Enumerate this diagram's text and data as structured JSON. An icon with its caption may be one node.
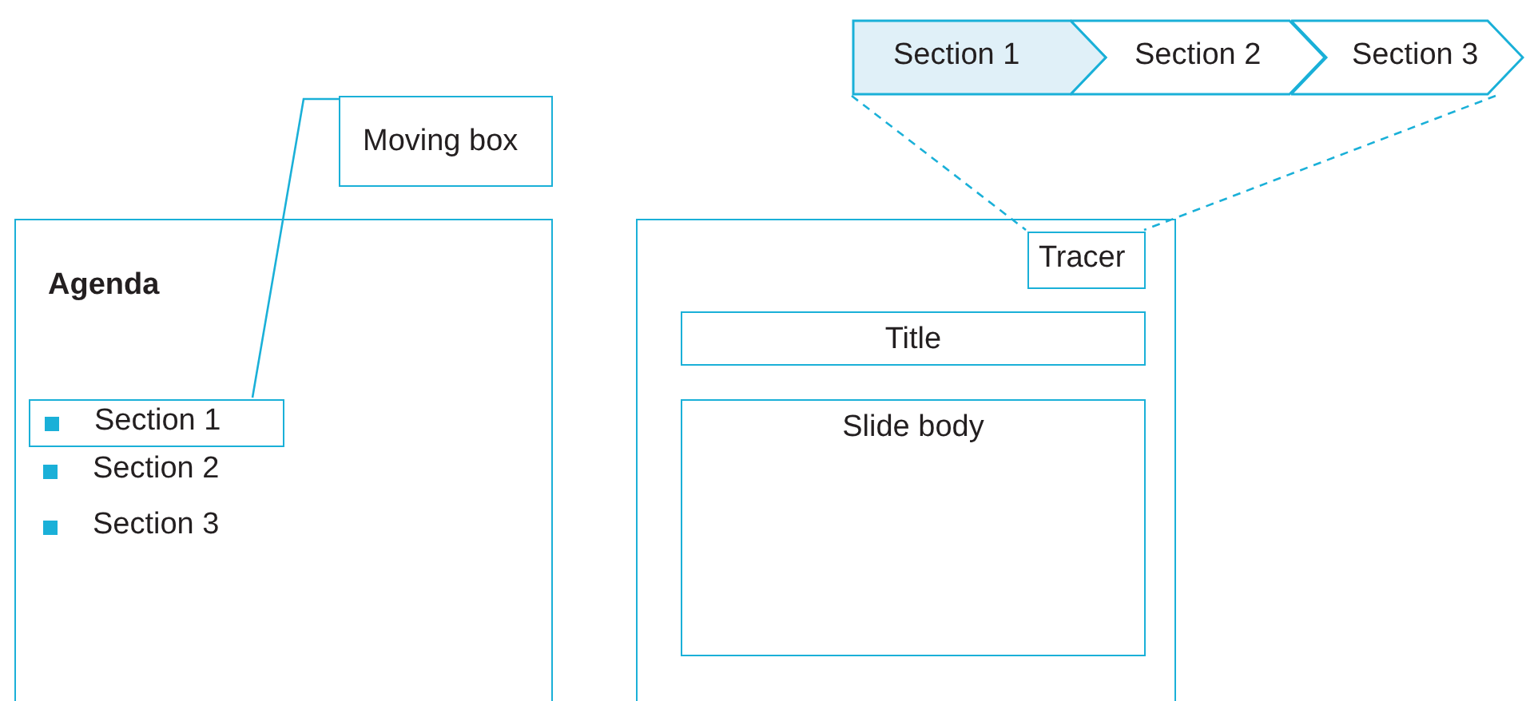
{
  "diagram": {
    "nodes": [
      {
        "text": [
          "Moving box"
        ]
      },
      {
        "text": [
          "Agenda"
        ]
      },
      {
        "text": [
          "Section 1"
        ],
        "in": 1
      },
      {
        "text": [],
        "shape": "box"
      },
      {
        "text": [
          "Tracer"
        ],
        "in": 3
      },
      {
        "text": [
          "Title"
        ],
        "in": 3
      },
      {
        "text": [
          "Slide body"
        ],
        "in": 3
      },
      {
        "text": [
          "Section 1"
        ]
      },
      {
        "text": [
          "Section 2"
        ]
      },
      {
        "text": [
          "Section 3"
        ]
      }
    ],
    "edges": [
      {
        "from": 0,
        "to": 2,
        "arrow": "none"
      },
      {
        "from": 7,
        "to": 4,
        "arrow": "none",
        "style": "dashed"
      },
      {
        "from": 9,
        "to": 4,
        "arrow": "none",
        "style": "dashed"
      }
    ],
    "labels": [
      "Section 2",
      "Section 3"
    ]
  }
}
